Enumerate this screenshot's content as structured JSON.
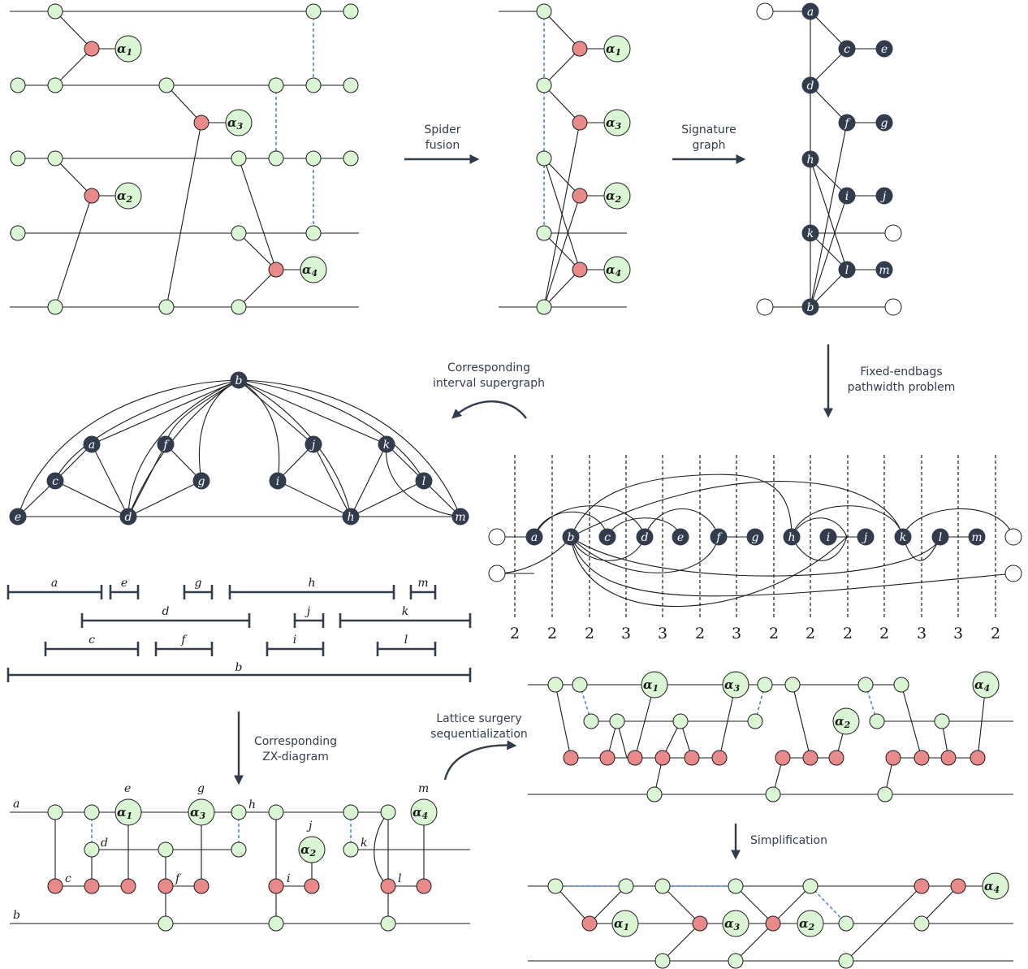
{
  "captions": {
    "spider_fusion": [
      "Spider",
      "fusion"
    ],
    "signature_graph": [
      "Signature",
      "graph"
    ],
    "fixed_endbags": [
      "Fixed-endbags",
      "pathwidth problem"
    ],
    "interval_supergraph": [
      "Corresponding",
      "interval supergraph"
    ],
    "zx_diagram": [
      "Corresponding",
      "ZX-diagram"
    ],
    "lattice": [
      "Lattice surgery",
      "sequentialization"
    ],
    "simplification": [
      "Simplification"
    ]
  },
  "phase_labels": {
    "a1": {
      "greek": "α",
      "sub": "1"
    },
    "a2": {
      "greek": "α",
      "sub": "2"
    },
    "a3": {
      "greek": "α",
      "sub": "3"
    },
    "a4": {
      "greek": "α",
      "sub": "4"
    }
  },
  "vertex_labels": [
    "a",
    "b",
    "c",
    "d",
    "e",
    "f",
    "g",
    "h",
    "i",
    "j",
    "k",
    "l",
    "m"
  ],
  "cut_widths": [
    "2",
    "2",
    "2",
    "3",
    "3",
    "2",
    "3",
    "2",
    "2",
    "2",
    "2",
    "3",
    "3",
    "2"
  ],
  "interval_labels": [
    "a",
    "e",
    "g",
    "h",
    "m",
    "d",
    "j",
    "k",
    "c",
    "f",
    "i",
    "l",
    "b"
  ],
  "colors": {
    "green_spider": "#d9f5d3",
    "red_spider": "#e8898a",
    "dark_vertex": "#323c4d",
    "hadamard_dash": "#4a86e8"
  }
}
